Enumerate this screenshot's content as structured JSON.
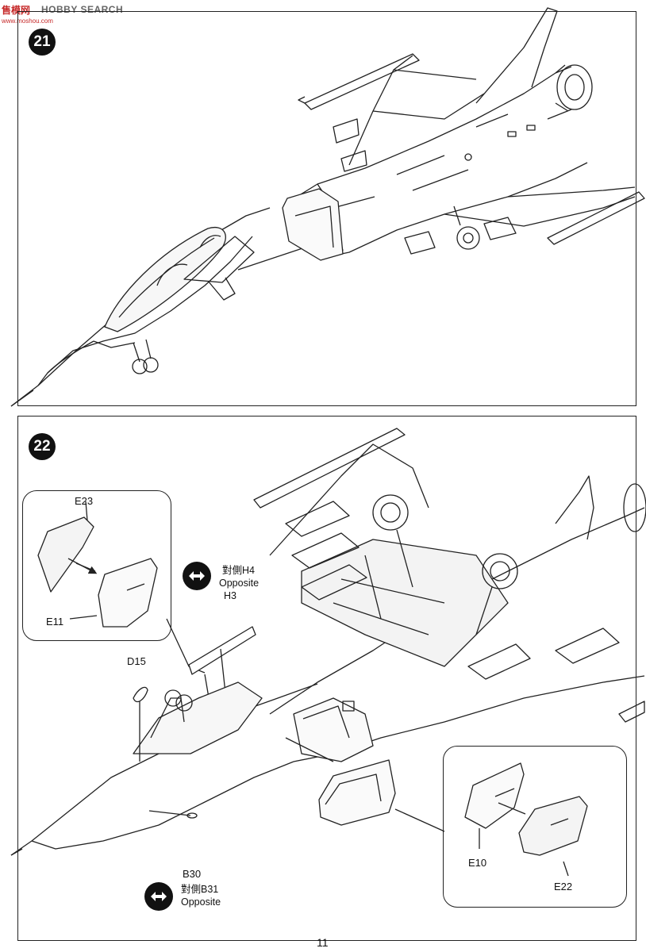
{
  "watermark": {
    "cn": "售模网",
    "en": "HOBBY SEARCH",
    "url": "www.moshou.com"
  },
  "step21": {
    "number": "21"
  },
  "step22": {
    "number": "22",
    "labels": {
      "e23": "E23",
      "e11": "E11",
      "d15": "D15",
      "b30": "B30",
      "e10": "E10",
      "e22": "E22"
    },
    "note_h": {
      "line1": "對側H4",
      "line2": "Opposite",
      "line3": "H3"
    },
    "note_b": {
      "line1": "對側B31",
      "line2": "Opposite"
    }
  },
  "page_number": "11"
}
